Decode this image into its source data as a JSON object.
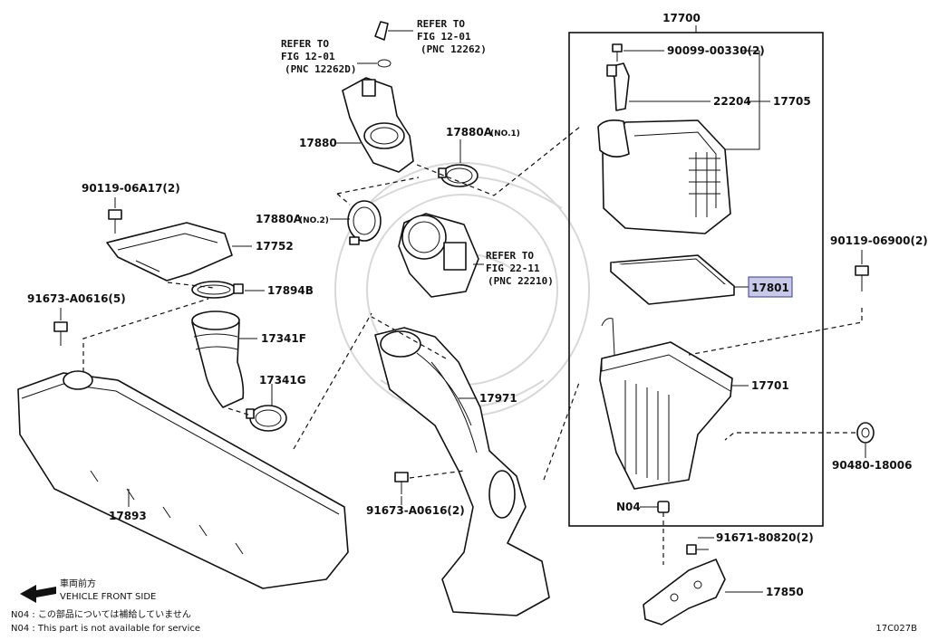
{
  "labels": {
    "refer_top_right": [
      "REFER TO",
      "FIG 12-01",
      "(PNC 12262)"
    ],
    "refer_top_left": [
      "REFER TO",
      "FIG 12-01",
      "(PNC 12262D)"
    ],
    "refer_throttle": [
      "REFER TO",
      "FIG 22-11",
      "(PNC 22210)"
    ],
    "p17700": "17700",
    "p90099": "90099-00330(2)",
    "p22204": "22204",
    "p17705": "17705",
    "p17880": "17880",
    "p17880A_no1": "17880A",
    "p17880A_no1_suffix": "(NO.1)",
    "p17880A_no2": "17880A",
    "p17880A_no2_suffix": "(NO.2)",
    "p90119_06A17": "90119-06A17(2)",
    "p17752": "17752",
    "p17894B": "17894B",
    "p91673_A0616_5": "91673-A0616(5)",
    "p17341F": "17341F",
    "p17341G": "17341G",
    "p17971": "17971",
    "p17893": "17893",
    "p91673_A0616_2": "91673-A0616(2)",
    "p17801": "17801",
    "p90119_06900": "90119-06900(2)",
    "p17701": "17701",
    "p90480": "90480-18006",
    "pN04": "N04",
    "p91671": "91671-80820(2)",
    "p17850": "17850"
  },
  "footer": {
    "direction_jp": "車両前方",
    "direction_en": "VEHICLE FRONT SIDE",
    "note_jp": "N04 : この部品については補給していません",
    "note_en": "N04 : This part is not available for service",
    "figure_code": "17C027B"
  },
  "colors": {
    "highlight_fill": "#c8c8e8",
    "highlight_stroke": "#3a3a8a",
    "line": "#111111"
  }
}
